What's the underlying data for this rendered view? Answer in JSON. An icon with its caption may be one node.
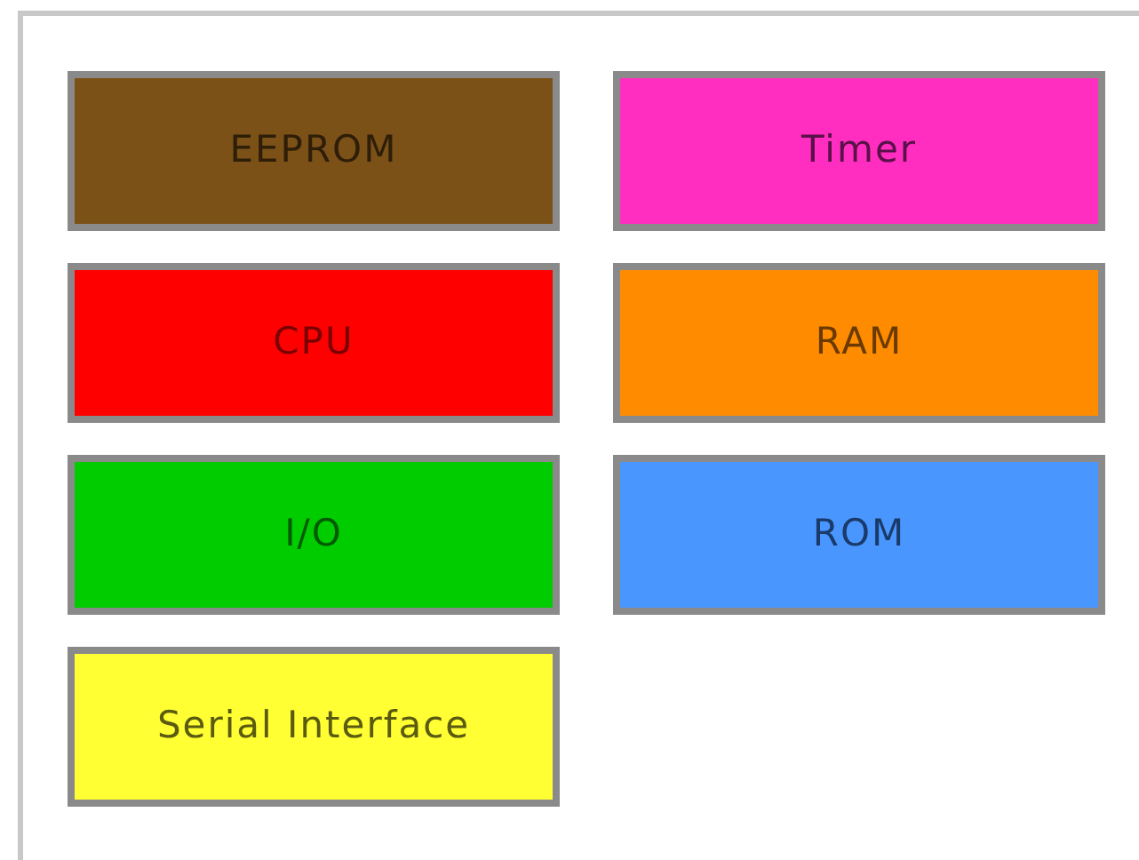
{
  "diagram": {
    "nodes": [
      {
        "text": [
          "EEPROM"
        ]
      },
      {
        "text": [
          "Timer"
        ]
      },
      {
        "text": [
          "CPU"
        ]
      },
      {
        "text": [
          "RAM"
        ]
      },
      {
        "text": [
          "I/O"
        ]
      },
      {
        "text": [
          "ROM"
        ]
      },
      {
        "text": [
          "Serial Interface"
        ]
      }
    ]
  }
}
